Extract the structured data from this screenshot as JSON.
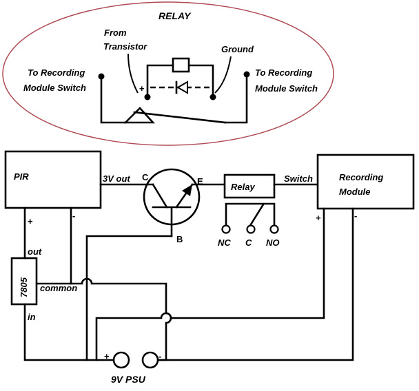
{
  "relay_detail": {
    "title": "RELAY",
    "from_transistor_1": "From",
    "from_transistor_2": "Transistor",
    "ground": "Ground",
    "left_switch_1": "To Recording",
    "left_switch_2": "Module Switch",
    "right_switch_1": "To Recording",
    "right_switch_2": "Module Switch",
    "plus": "+",
    "oval_color": "#b04a55"
  },
  "pir": {
    "label": "PIR",
    "plus": "+",
    "minus": "-",
    "out_label": "3V out"
  },
  "transistor": {
    "c": "C",
    "e": "E",
    "b": "B"
  },
  "relay": {
    "label": "Relay",
    "switch_label": "Switch",
    "nc": "NC",
    "c": "C",
    "no": "NO"
  },
  "recording_module": {
    "label_1": "Recording",
    "label_2": "Module",
    "plus": "+",
    "minus": "-"
  },
  "regulator": {
    "label": "7805",
    "out": "out",
    "common": "common",
    "in": "in"
  },
  "psu": {
    "label": "9V PSU",
    "plus": "+",
    "minus": "-"
  }
}
